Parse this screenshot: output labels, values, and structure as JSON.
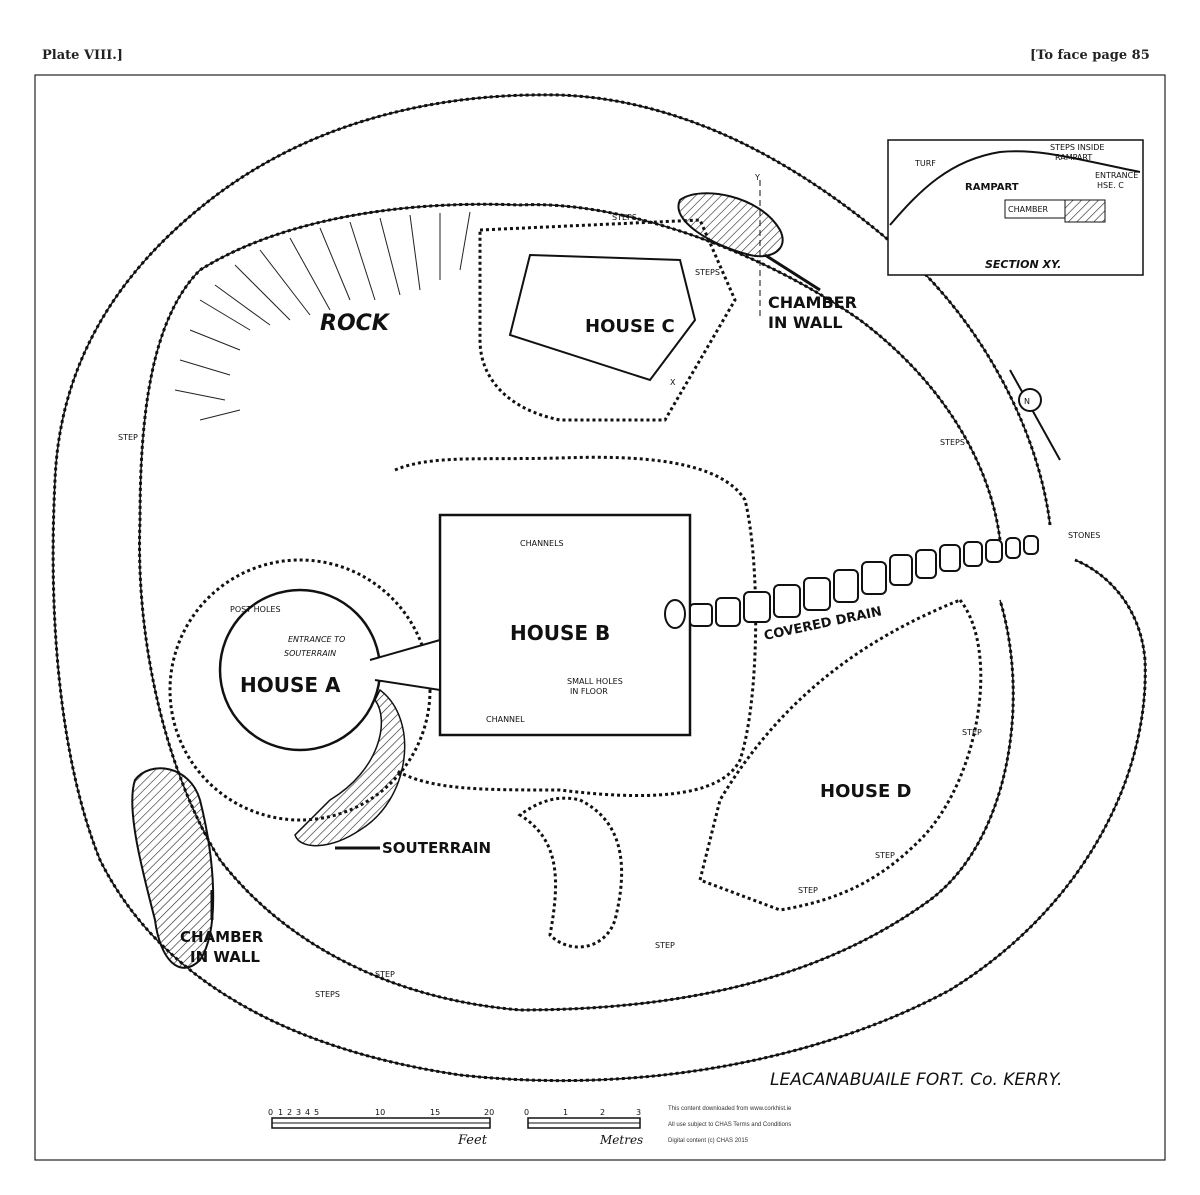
{
  "header": {
    "plate": "Plate VIII.]",
    "face_page": "[To face page 85"
  },
  "title": "LEACANABUAILE FORT. Co. KERRY.",
  "labels": {
    "rock": "ROCK",
    "house_a": "HOUSE A",
    "house_b": "HOUSE B",
    "house_c": "HOUSE C",
    "house_d": "HOUSE D",
    "chamber_in_wall": [
      "CHAMBER",
      "IN WALL"
    ],
    "souterrain": "SOUTERRAIN",
    "entrance_to_souterrain": [
      "ENTRANCE TO",
      "SOUTERRAIN"
    ],
    "post_holes": "POST HOLES",
    "channels": "CHANNELS",
    "channel": "CHANNEL",
    "small_holes": [
      "SMALL HOLES",
      "IN FLOOR"
    ],
    "covered_drain": "COVERED DRAIN",
    "stones": "STONES",
    "step": "STEP",
    "steps": "STEPS",
    "x": "X",
    "y": "Y",
    "north": "N"
  },
  "section": {
    "turf": "TURF",
    "steps_inside": [
      "STEPS INSIDE",
      "RAMPART"
    ],
    "rampart": "RAMPART",
    "chamber": "CHAMBER",
    "entrance": [
      "ENTRANCE",
      "HSE. C"
    ],
    "title": "SECTION XY."
  },
  "scale": {
    "feet_ticks": [
      "0",
      "1",
      "2",
      "3",
      "4",
      "5",
      "10",
      "15",
      "20"
    ],
    "feet_label": "Feet",
    "metre_ticks": [
      "0",
      "1",
      "2",
      "3"
    ],
    "metre_label": "Metres"
  },
  "watermark": {
    "line1": "This content downloaded from www.corkhist.ie",
    "line2": "All use subject to CHAS Terms and Conditions",
    "line3": "Digital content (c) CHAS 2015"
  }
}
